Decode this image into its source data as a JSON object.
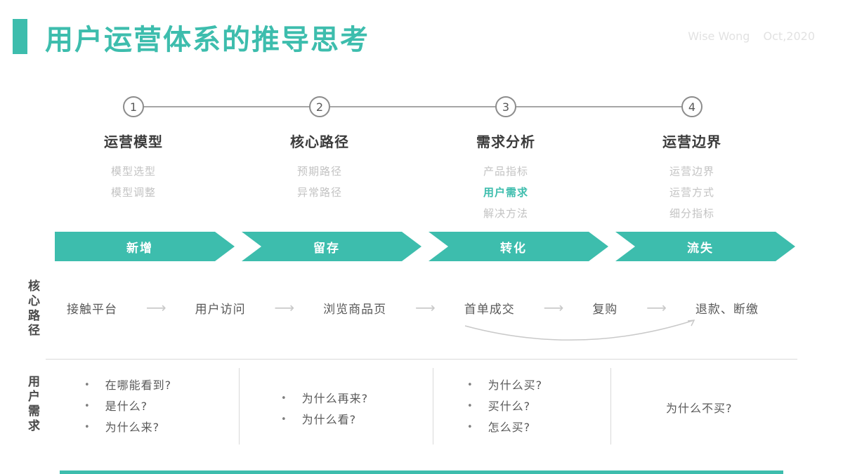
{
  "colors": {
    "accent": "#3dbdad"
  },
  "header": {
    "title": "用户运营体系的推导思考",
    "credit": "Wise Wong",
    "date": "Oct,2020"
  },
  "steps": [
    {
      "num": "1",
      "title": "运营模型",
      "items": [
        "模型选型",
        "模型调整"
      ]
    },
    {
      "num": "2",
      "title": "核心路径",
      "items": [
        "预期路径",
        "异常路径"
      ]
    },
    {
      "num": "3",
      "title": "需求分析",
      "items": [
        "产品指标",
        "用户需求",
        "解决方法"
      ]
    },
    {
      "num": "4",
      "title": "运营边界",
      "items": [
        "运营边界",
        "运营方式",
        "细分指标"
      ]
    }
  ],
  "funnel": [
    "新增",
    "留存",
    "转化",
    "流失"
  ],
  "core_path": {
    "label": "核心路径",
    "steps": [
      "接触平台",
      "用户访问",
      "浏览商品页",
      "首单成交",
      "复购",
      "退款、断缴"
    ]
  },
  "user_needs": {
    "label": "用户需求",
    "col1": [
      "在哪能看到?",
      "是什么?",
      "为什么来?"
    ],
    "col2": [
      "为什么再来?",
      "为什么看?"
    ],
    "col3": [
      "为什么买?",
      "买什么?",
      "怎么买?"
    ],
    "col4": "为什么不买?"
  }
}
